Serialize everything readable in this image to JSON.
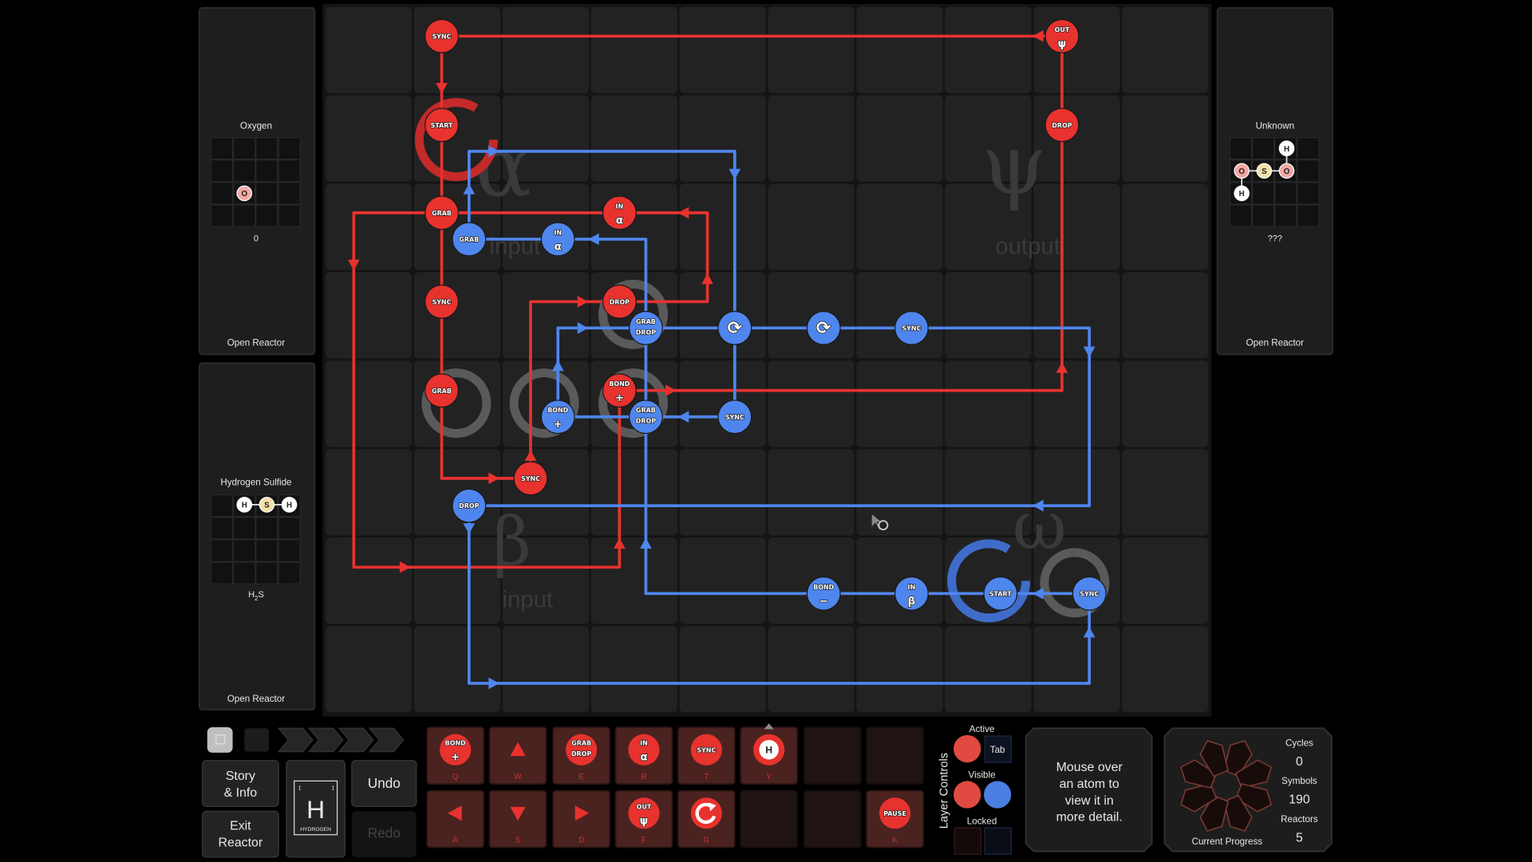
{
  "left_panels": [
    {
      "title": "Oxygen",
      "atoms": [
        "O"
      ],
      "formula": "0",
      "button": "Open Reactor"
    },
    {
      "title": "Hydrogen Sulfide",
      "atoms": [
        "H",
        "S",
        "H"
      ],
      "formula_main": "H",
      "formula_sub": "2",
      "formula_end": "S",
      "button": "Open Reactor"
    }
  ],
  "right_panel": {
    "title": "Unknown",
    "atoms": [
      "H",
      "O",
      "S",
      "O",
      "H"
    ],
    "formula": "???",
    "button": "Open Reactor"
  },
  "reactor": {
    "input_alpha": {
      "symbol": "α",
      "label": "input"
    },
    "input_beta": {
      "symbol": "β",
      "label": "input"
    },
    "output_psi": {
      "symbol": "ψ",
      "label": "output"
    },
    "output_omega": {
      "symbol": "ω"
    },
    "red_instructions": [
      [
        "SYNC"
      ],
      [
        "OUT",
        "ψ"
      ],
      [
        "START"
      ],
      [
        "DROP"
      ],
      [
        "GRAB"
      ],
      [
        "IN",
        "α"
      ],
      [
        "SYNC"
      ],
      [
        "DROP"
      ],
      [
        "GRAB"
      ],
      [
        "BOND",
        "+"
      ],
      [
        "SYNC"
      ]
    ],
    "blue_instructions": [
      [
        "GRAB"
      ],
      [
        "IN",
        "α"
      ],
      [
        "GRAB",
        "DROP"
      ],
      [
        "⟳"
      ],
      [
        "⟳"
      ],
      [
        "SYNC"
      ],
      [
        "BOND",
        "+"
      ],
      [
        "GRAB",
        "DROP"
      ],
      [
        "SYNC"
      ],
      [
        "DROP"
      ],
      [
        "BOND",
        "−"
      ],
      [
        "IN",
        "β"
      ],
      [
        "START"
      ],
      [
        "SYNC"
      ]
    ],
    "colors": {
      "red": "#e8322e",
      "blue": "#4f86ee"
    }
  },
  "controls": {
    "story_info": [
      "Story",
      "& Info"
    ],
    "exit_reactor": [
      "Exit",
      "Reactor"
    ],
    "undo": "Undo",
    "redo": "Redo",
    "element": {
      "symbol": "H",
      "number": "1",
      "mass": "1",
      "name": "HYDROGEN"
    }
  },
  "palette": {
    "top": [
      {
        "lines": [
          "BOND",
          "+"
        ],
        "key": "Q"
      },
      {
        "icon": "arrow-up",
        "key": "W"
      },
      {
        "lines": [
          "GRAB",
          "DROP"
        ],
        "key": "E"
      },
      {
        "lines": [
          "IN",
          "α"
        ],
        "key": "R"
      },
      {
        "lines": [
          "SYNC"
        ],
        "key": "T"
      },
      {
        "atom": "H",
        "key": "Y"
      },
      {},
      {}
    ],
    "bottom": [
      {
        "icon": "arrow-left",
        "key": "A"
      },
      {
        "icon": "arrow-down",
        "key": "S"
      },
      {
        "icon": "arrow-right",
        "key": "D"
      },
      {
        "lines": [
          "OUT",
          "ψ"
        ],
        "key": "F"
      },
      {
        "icon": "rotate",
        "key": "G"
      },
      {},
      {},
      {
        "lines": [
          "PAUSE"
        ],
        "key": "K"
      }
    ]
  },
  "layer_controls": {
    "title": "Layer Controls",
    "active": "Active",
    "tab": "Tab",
    "visible": "Visible",
    "locked": "Locked"
  },
  "info_box": {
    "lines": [
      "Mouse over",
      "an atom to",
      "view it in",
      "more detail."
    ]
  },
  "progress": {
    "title": "Current Progress",
    "cycles_label": "Cycles",
    "cycles": "0",
    "symbols_label": "Symbols",
    "symbols": "190",
    "reactors_label": "Reactors",
    "reactors": "5"
  }
}
